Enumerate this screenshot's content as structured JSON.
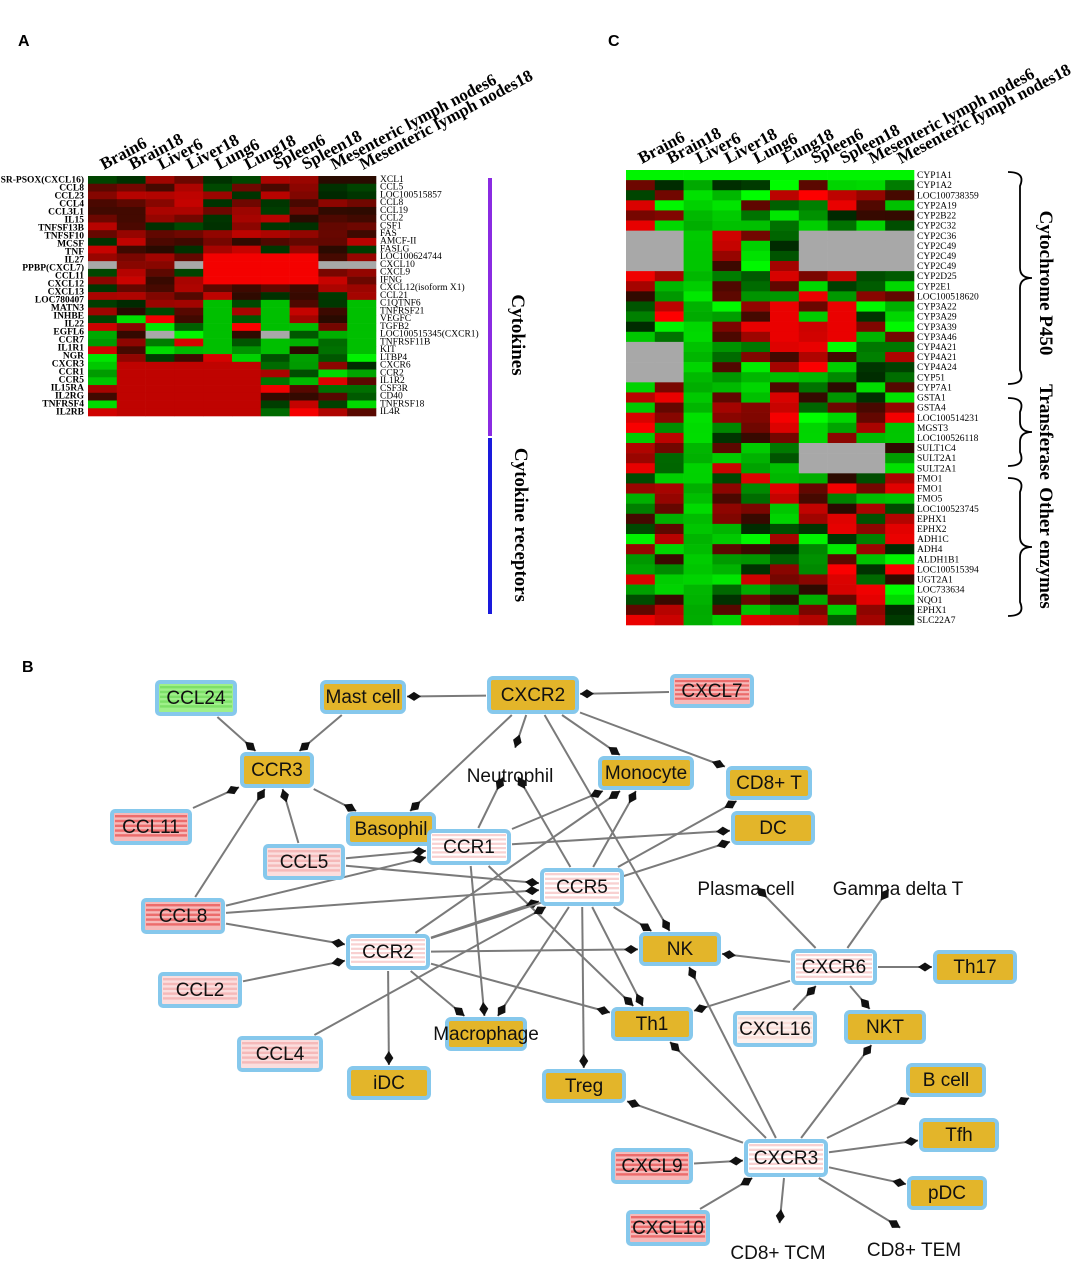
{
  "panels": {
    "a_label": "A",
    "b_label": "B",
    "c_label": "C"
  },
  "heatmap_a": {
    "columns": [
      "Brain6",
      "Brain18",
      "Liver6",
      "Liver18",
      "Lung6",
      "Lung18",
      "Spleen6",
      "Spleen18",
      "Mesenteric lymph nodes6",
      "Mesenteric lymph nodes18"
    ],
    "left_labels": [
      "SR-PSOX(CXCL16)",
      "CCL8",
      "CCL23",
      "CCL4",
      "CCL3L1",
      "IL15",
      "TNFSF13B",
      "TNFSF10",
      "MCSF",
      "TNF",
      "IL27",
      "PPBP(CXCL7)",
      "CCL11",
      "CXCL12",
      "CXCL13",
      "LOC780407",
      "MATN3",
      "INHBE",
      "IL22",
      "EGFL6",
      "CCR7",
      "IL1R1",
      "NGR",
      "CXCR3",
      "CCR1",
      "CCR5",
      "IL15RA",
      "IL2RG",
      "TNFRSF4",
      "IL2RB"
    ],
    "right_labels": [
      "XCL1",
      "CCL5",
      "LOC100515857",
      "CCL8",
      "CCL19",
      "CCL2",
      "CSF1",
      "FAS",
      "AMCF-II",
      "FASLG",
      "LOC100624744",
      "CXCL10",
      "CXCL9",
      "IFNG",
      "CXCL12(isoform X1)",
      "CCL21",
      "C1QTNF6",
      "TNFRSF21",
      "VEGFC",
      "TGFB2",
      "LOC100515345(CXCR1)",
      "TNFRSF11B",
      "KIT",
      "LTBP4",
      "CXCR6",
      "CCR2",
      "IL1R2",
      "CSF3R",
      "CD40",
      "TNFRSF18",
      "IL4R"
    ],
    "groups": [
      "Cytokines",
      "Cytokine receptors"
    ],
    "group_colors": [
      "#8a2be2",
      "#1a1adc"
    ]
  },
  "heatmap_c": {
    "columns": [
      "Brain6",
      "Brain18",
      "Liver6",
      "Liver18",
      "Lung6",
      "Lung18",
      "Spleen6",
      "Spleen18",
      "Mesenteric lymph nodes6",
      "Mesenteric lymph nodes18"
    ],
    "right_labels": [
      "CYP1A1",
      "CYP1A2",
      "LOC100738359",
      "CYP2A19",
      "CYP2B22",
      "CYP2C32",
      "CYP2C36",
      "CYP2C49",
      "CYP2C49",
      "CYP2C49",
      "CYP2D25",
      "CYP2E1",
      "LOC100518620",
      "CYP3A22",
      "CYP3A29",
      "CYP3A39",
      "CYP3A46",
      "CYP4A21",
      "CYP4A21",
      "CYP4A24",
      "CYP51",
      "CYP7A1",
      "GSTA1",
      "GSTA4",
      "LOC100514231",
      "MGST3",
      "LOC100526118",
      "SULT1C4",
      "SULT2A1",
      "SULT2A1",
      "FMO1",
      "FMO1",
      "FMO5",
      "LOC100523745",
      "EPHX1",
      "EPHX2",
      "ADH1C",
      "ADH4",
      "ALDH1B1",
      "LOC100515394",
      "UGT2A1",
      "LOC733634",
      "NQO1",
      "EPHX1",
      "SLC22A7"
    ],
    "groups": [
      "Cytochrome P450",
      "Transferase",
      "Other enzymes"
    ]
  },
  "network": {
    "nodes": [
      {
        "id": "CCL24",
        "label": "CCL24",
        "kind": "ligand",
        "fill": "green"
      },
      {
        "id": "MAST",
        "label": "Mast cell",
        "kind": "cell"
      },
      {
        "id": "CXCR2",
        "label": "CXCR2",
        "kind": "cell"
      },
      {
        "id": "CXCL7",
        "label": "CXCL7",
        "kind": "ligand",
        "fill": "red"
      },
      {
        "id": "CCR3",
        "label": "CCR3",
        "kind": "cell"
      },
      {
        "id": "CD8T",
        "label": "CD8+ T",
        "kind": "cell"
      },
      {
        "id": "NEUT",
        "label": "Neutrophil",
        "kind": "free"
      },
      {
        "id": "MONO",
        "label": "Monocyte",
        "kind": "cell"
      },
      {
        "id": "CCL11",
        "label": "CCL11",
        "kind": "ligand",
        "fill": "red"
      },
      {
        "id": "BASO",
        "label": "Basophil",
        "kind": "cell"
      },
      {
        "id": "CCR1",
        "label": "CCR1",
        "kind": "receptor"
      },
      {
        "id": "DC",
        "label": "DC",
        "kind": "cell"
      },
      {
        "id": "CCL5",
        "label": "CCL5",
        "kind": "ligand",
        "fill": "pink"
      },
      {
        "id": "CCR5",
        "label": "CCR5",
        "kind": "receptor"
      },
      {
        "id": "PLASMA",
        "label": "Plasma cell",
        "kind": "free"
      },
      {
        "id": "GDT",
        "label": "Gamma delta T",
        "kind": "free"
      },
      {
        "id": "CCL8",
        "label": "CCL8",
        "kind": "ligand",
        "fill": "red"
      },
      {
        "id": "CCR2",
        "label": "CCR2",
        "kind": "receptor"
      },
      {
        "id": "NK",
        "label": "NK",
        "kind": "cell"
      },
      {
        "id": "CXCR6",
        "label": "CXCR6",
        "kind": "receptor"
      },
      {
        "id": "TH17",
        "label": "Th17",
        "kind": "cell"
      },
      {
        "id": "CCL2",
        "label": "CCL2",
        "kind": "ligand",
        "fill": "pink"
      },
      {
        "id": "MACRO",
        "label": "Macrophage",
        "kind": "cell"
      },
      {
        "id": "TH1",
        "label": "Th1",
        "kind": "cell"
      },
      {
        "id": "CXCL16",
        "label": "CXCL16",
        "kind": "ligand",
        "fill": "pale"
      },
      {
        "id": "NKT",
        "label": "NKT",
        "kind": "cell"
      },
      {
        "id": "CCL4",
        "label": "CCL4",
        "kind": "ligand",
        "fill": "pink"
      },
      {
        "id": "IDC",
        "label": "iDC",
        "kind": "cell"
      },
      {
        "id": "TREG",
        "label": "Treg",
        "kind": "cell"
      },
      {
        "id": "BCELL",
        "label": "B cell",
        "kind": "cell"
      },
      {
        "id": "TFH",
        "label": "Tfh",
        "kind": "cell"
      },
      {
        "id": "CXCL9",
        "label": "CXCL9",
        "kind": "ligand",
        "fill": "red"
      },
      {
        "id": "CXCR3",
        "label": "CXCR3",
        "kind": "receptor"
      },
      {
        "id": "PDC",
        "label": "pDC",
        "kind": "cell"
      },
      {
        "id": "CXCL10",
        "label": "CXCL10",
        "kind": "ligand",
        "fill": "red"
      },
      {
        "id": "CD8TCM",
        "label": "CD8+ TCM",
        "kind": "cell"
      },
      {
        "id": "CD8TEM",
        "label": "CD8+ TEM",
        "kind": "cell"
      }
    ]
  }
}
